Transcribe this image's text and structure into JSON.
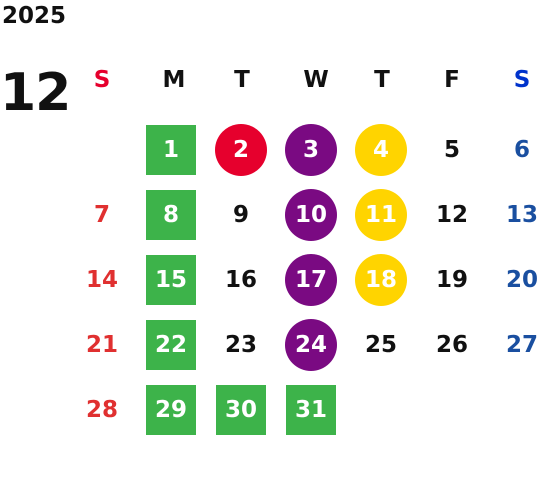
{
  "calendar": {
    "year": "2025",
    "month": "12",
    "weekdays": [
      {
        "label": "S",
        "color": "#e6002d"
      },
      {
        "label": "M",
        "color": "#111111"
      },
      {
        "label": "T",
        "color": "#111111"
      },
      {
        "label": "W",
        "color": "#111111"
      },
      {
        "label": "T",
        "color": "#111111"
      },
      {
        "label": "F",
        "color": "#111111"
      },
      {
        "label": "S",
        "color": "#0033cc"
      }
    ],
    "text_colors": {
      "sunday": "#e03030",
      "saturday": "#1a4fa0",
      "weekday": "#111111"
    },
    "marker_colors": {
      "green": "#3db34a",
      "red": "#e6002d",
      "purple": "#7a0a82",
      "yellow": "#ffd400"
    },
    "weeks": [
      [
        "",
        "1",
        "2",
        "3",
        "4",
        "5",
        "6"
      ],
      [
        "7",
        "8",
        "9",
        "10",
        "11",
        "12",
        "13"
      ],
      [
        "14",
        "15",
        "16",
        "17",
        "18",
        "19",
        "20"
      ],
      [
        "21",
        "22",
        "23",
        "24",
        "25",
        "26",
        "27"
      ],
      [
        "28",
        "29",
        "30",
        "31",
        "",
        "",
        ""
      ]
    ],
    "markers": {
      "green-square": [
        "1",
        "8",
        "15",
        "22",
        "29",
        "30",
        "31"
      ],
      "red-circle": [
        "2"
      ],
      "purple-circle": [
        "3",
        "10",
        "17",
        "24"
      ],
      "yellow-circle": [
        "4",
        "11",
        "18"
      ]
    }
  }
}
